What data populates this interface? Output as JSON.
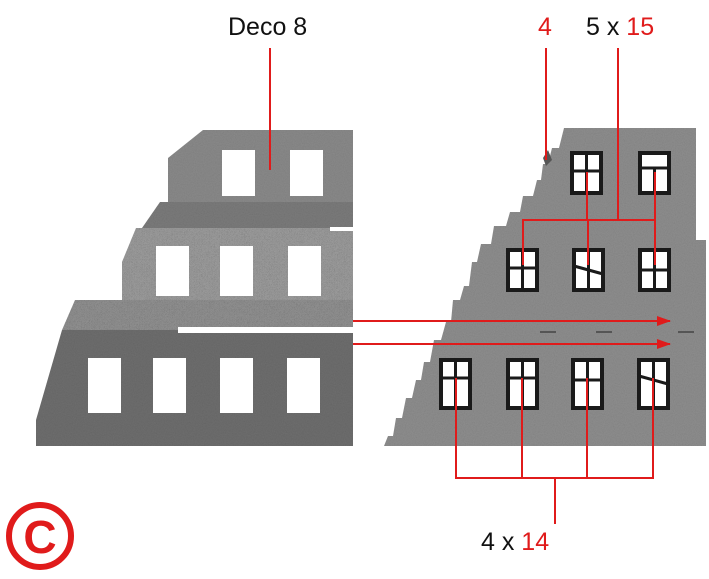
{
  "labels": {
    "deco": "Deco 8",
    "top_red": "4",
    "top_count_prefix": "5 x ",
    "top_count_number": "15",
    "bottom_count_prefix": "4 x ",
    "bottom_count_number": "14"
  },
  "logo": {
    "letter": "C"
  },
  "colors": {
    "accent_red": "#e01b1b",
    "line_black": "#111111",
    "wall_light": "#8e8e8e",
    "wall_dark": "#6f6f6f",
    "window_white": "#ffffff"
  }
}
